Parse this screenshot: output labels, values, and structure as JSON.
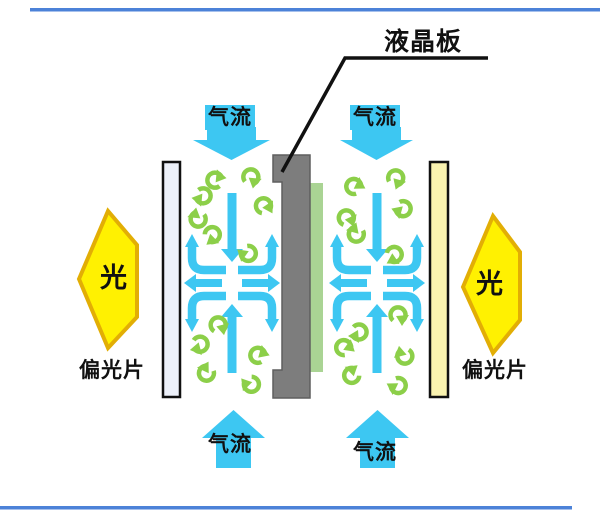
{
  "labels": {
    "lcd_panel": "液晶板",
    "airflow": "气流",
    "light": "光",
    "polarizer": "偏光片"
  },
  "colors": {
    "cyan": "#3dc7f2",
    "green": "#8ccf49",
    "green_panel": "#aad494",
    "gray_panel": "#7d7d7d",
    "yellow": "#fff101",
    "yellow_border": "#e2ae05",
    "polarizer_left": "#edf1fa",
    "polarizer_right": "#faf3b0",
    "edge_line": "#4c82d8",
    "text": "#111111"
  }
}
